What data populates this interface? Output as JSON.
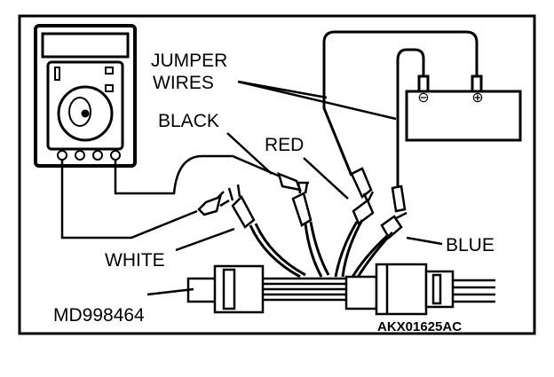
{
  "labels": {
    "jumper_line1": "JUMPER",
    "jumper_line2": "WIRES",
    "black": "BLACK",
    "red": "RED",
    "blue": "BLUE",
    "white": "WHITE",
    "tool": "MD998464",
    "figure_code": "AKX01625AC"
  },
  "battery": {
    "negative_symbol": "⊖",
    "positive_symbol": "⊕"
  },
  "icons": {
    "meter": "multimeter-icon",
    "battery": "battery-icon",
    "harness": "connector-harness-icon"
  },
  "colors": {
    "ink": "#000000",
    "paper": "#ffffff"
  }
}
